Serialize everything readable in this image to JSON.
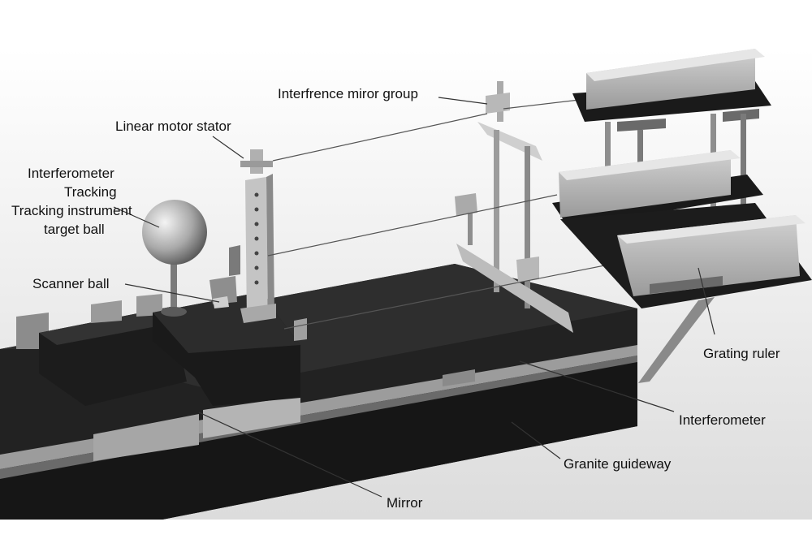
{
  "labels": {
    "interferometer_top": "Interferometer",
    "tracking": "Tracking",
    "tracking_instrument": "Tracking instrument",
    "target_ball": "target ball",
    "scanner_ball": "Scanner ball",
    "linear_motor_stator": "Linear motor stator",
    "interference_mirror_group": "Interfrence miror group",
    "grating_ruler": "Grating ruler",
    "interferometer": "Interferometer",
    "granite_guideway": "Granite guideway",
    "mirror": "Mirror"
  },
  "colors": {
    "granite": "#1e1e1e",
    "granite_top": "#2a2a2a",
    "metal": "#b8b8b8",
    "sky": "#e6e6e6",
    "label": "#111111"
  }
}
